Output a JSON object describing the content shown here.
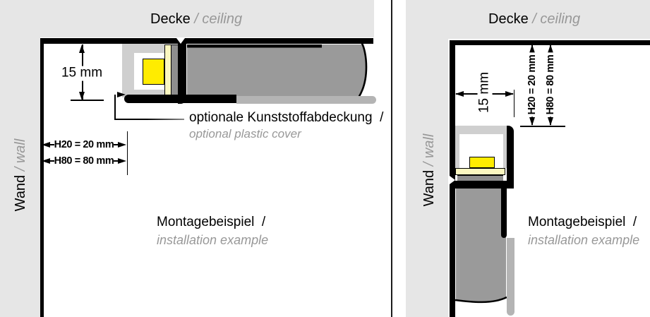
{
  "left": {
    "ceiling": {
      "de": "Decke",
      "sep": " / ",
      "en": "ceiling"
    },
    "wall": {
      "de": "Wand",
      "sep": " / ",
      "en": "wall"
    },
    "dim_depth": "15 mm",
    "dim_h20": "H20 = 20 mm",
    "dim_h80": "H80 = 80 mm",
    "note": {
      "de": "optionale Kunststoffabdeckung",
      "sep": "  /",
      "en": "optional plastic cover"
    },
    "caption": {
      "de": "Montagebeispiel",
      "sep": "  /",
      "en": "installation example"
    }
  },
  "right": {
    "ceiling": {
      "de": "Decke",
      "sep": " / ",
      "en": "ceiling"
    },
    "wall": {
      "de": "Wand",
      "sep": " / ",
      "en": "wall"
    },
    "dim_depth": "15 mm",
    "dim_h20": "H20 = 20 mm",
    "dim_h80": "H80 = 80 mm",
    "caption": {
      "de": "Montagebeispiel",
      "sep": "  /",
      "en": "installation example"
    }
  },
  "colors": {
    "band_gray": "#e6e6e6",
    "panel_gray": "#9a9a9a",
    "skim_gray": "#b4b4b4",
    "cover_gray": "#cfcfcf",
    "led_yellow": "#ffec00",
    "led_strip_pale": "#fbf7c0",
    "profile_base_gray": "#8e8e8e",
    "outline_black": "#000000",
    "secondary_text_gray": "#989898"
  }
}
